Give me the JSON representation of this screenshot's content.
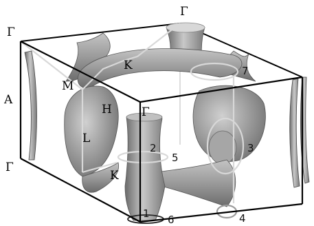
{
  "figure": {
    "high_symmetry_labels": {
      "gamma_top_right": "Γ",
      "gamma_top_left": "Γ",
      "gamma_left_bottom": "Γ",
      "gamma_center": "Γ",
      "a": "A",
      "m": "M",
      "k_upper": "K",
      "h": "H",
      "l": "L",
      "k_lower": "K"
    },
    "orbit_labels": [
      "1",
      "2",
      "3",
      "4",
      "5",
      "6",
      "7"
    ],
    "colors": {
      "surface": "#9c9c9c",
      "surface_dark": "#5e5e5e",
      "surface_light": "#d6d6d6",
      "box_edge": "#000000",
      "orbit": "#cfcfcf"
    }
  }
}
